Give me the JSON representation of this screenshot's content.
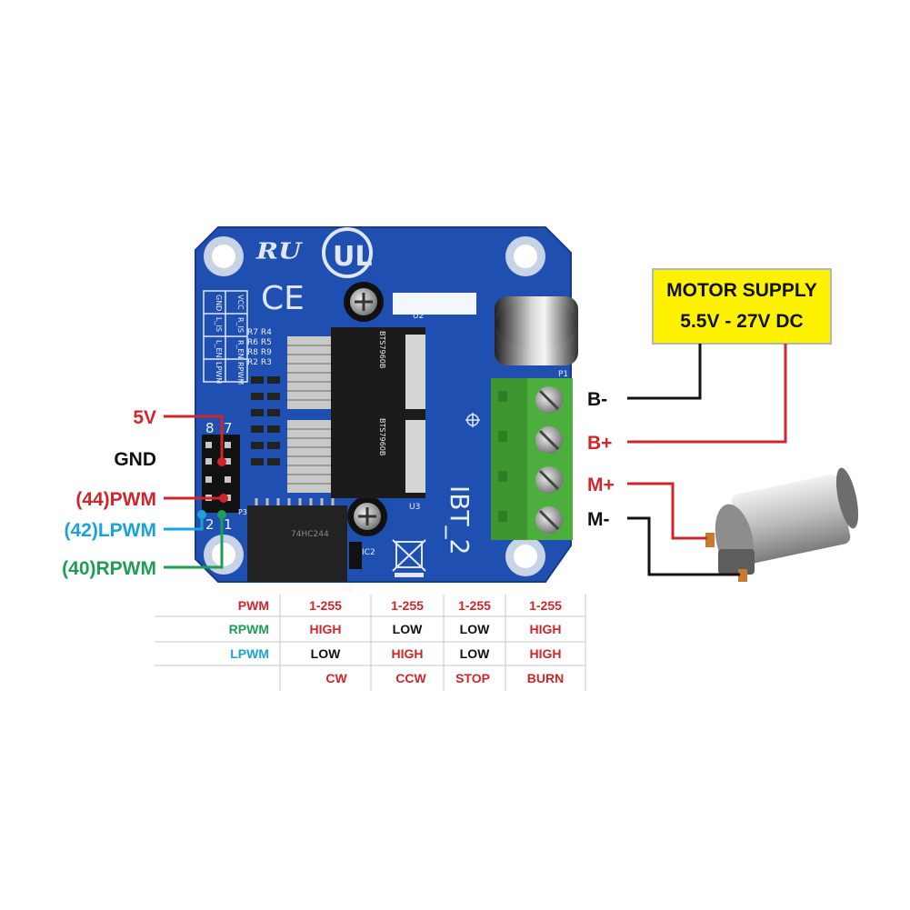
{
  "colors": {
    "red": "#d0262b",
    "green": "#1f9d55",
    "blue": "#1aa3d9",
    "black": "#111111",
    "pcb": "#1f4fb0",
    "terminal": "#4caf3d",
    "supply_bg": "#fff200"
  },
  "supply": {
    "line1": "MOTOR SUPPLY",
    "line2": "5.5V - 27V DC"
  },
  "board": {
    "model": "IBT_2",
    "header_labels": [
      "VCC",
      "R_IS",
      "R_EN",
      "RPWM",
      "GND",
      "L_IS",
      "L_EN",
      "LPWM"
    ],
    "resistor_labels": [
      "R7 R4",
      "R6 R5",
      "R8 R9",
      "R2 R3"
    ],
    "ic_labels": [
      "U2",
      "U3",
      "U1",
      "IC2",
      "P1",
      "P3"
    ],
    "pin_numbers": [
      "8",
      "7",
      "2",
      "1"
    ]
  },
  "pins": {
    "vcc": "5V",
    "gnd": "GND",
    "pwm": "(44)PWM",
    "lpwm": "(42)LPWM",
    "rpwm": "(40)RPWM"
  },
  "terminals": {
    "b_minus": "B-",
    "b_plus": "B+",
    "m_plus": "M+",
    "m_minus": "M-"
  },
  "icons": [
    "ul-logo-icon",
    "ce-mark-icon",
    "weee-bin-icon",
    "dc-motor-icon"
  ],
  "truth_table": {
    "rows": [
      {
        "label": "PWM",
        "cells": [
          "1-255",
          "1-255",
          "1-255",
          "1-255"
        ]
      },
      {
        "label": "RPWM",
        "cells": [
          "HIGH",
          "LOW",
          "LOW",
          "HIGH"
        ]
      },
      {
        "label": "LPWM",
        "cells": [
          "LOW",
          "HIGH",
          "LOW",
          "HIGH"
        ]
      },
      {
        "label": "",
        "cells": [
          "CW",
          "CCW",
          "STOP",
          "BURN"
        ]
      }
    ]
  }
}
